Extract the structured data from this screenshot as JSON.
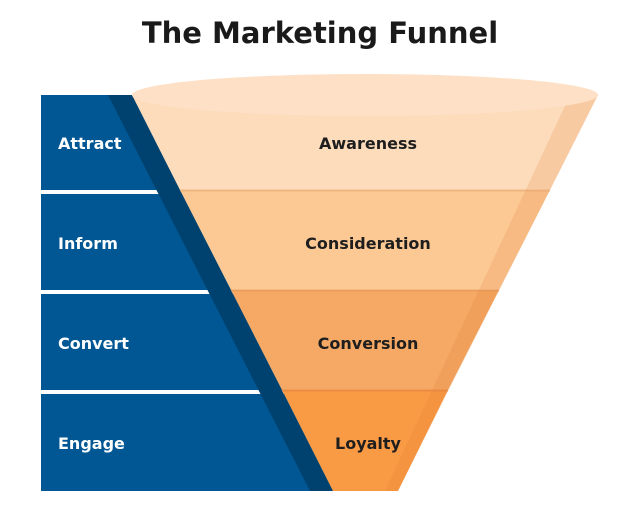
{
  "title": "The Marketing Funnel",
  "stages": [
    {
      "action": "Attract",
      "phase": "Awareness",
      "color": "#fddcbc"
    },
    {
      "action": "Inform",
      "phase": "Consideration",
      "color": "#fcc995"
    },
    {
      "action": "Convert",
      "phase": "Conversion",
      "color": "#f5a964"
    },
    {
      "action": "Engage",
      "phase": "Loyalty",
      "color": "#f99a45"
    }
  ],
  "colors": {
    "blue": "#005793",
    "blue_shadow": "#00426f",
    "rim": "#fde0c6"
  }
}
